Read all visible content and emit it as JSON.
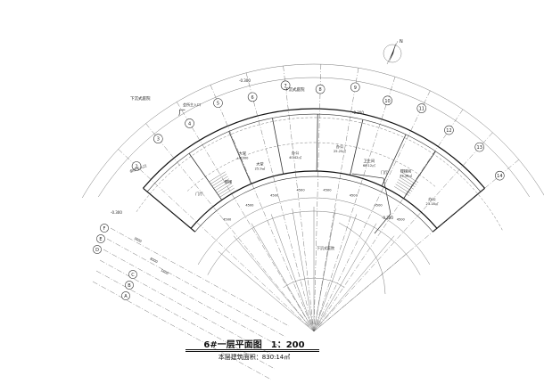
{
  "drawing": {
    "title": "6#一层平面图　1：200",
    "area_label": "本层建筑面积：830.14㎡",
    "north_label": "N"
  },
  "grid_bubbles": {
    "radial": [
      {
        "label": "2"
      },
      {
        "label": "3"
      },
      {
        "label": "4"
      },
      {
        "label": "5"
      },
      {
        "label": "6"
      },
      {
        "label": "7"
      },
      {
        "label": "8"
      },
      {
        "label": "9"
      },
      {
        "label": "10"
      },
      {
        "label": "11"
      },
      {
        "label": "12"
      },
      {
        "label": "13"
      },
      {
        "label": "14"
      }
    ],
    "lettered": [
      {
        "label": "F"
      },
      {
        "label": "E"
      },
      {
        "label": "D"
      },
      {
        "label": "C"
      },
      {
        "label": "B"
      },
      {
        "label": "A"
      }
    ]
  },
  "rooms": [
    {
      "name": "大堂",
      "area": "±0.000"
    },
    {
      "name": "大堂",
      "area": "25.9㎡"
    },
    {
      "name": "办公",
      "area": "40.42㎡"
    },
    {
      "name": "办公",
      "area": "25.25㎡"
    },
    {
      "name": "卫生间",
      "area": "68.12㎡"
    },
    {
      "name": "楼梯间",
      "area": "33.36㎡"
    },
    {
      "name": "门厅",
      "area": ""
    },
    {
      "name": "办公",
      "area": "23.18㎡"
    },
    {
      "name": "楼梯",
      "area": ""
    },
    {
      "name": "门厅",
      "area": ""
    }
  ],
  "annotations": {
    "outer_label_left": "下沉式庭院",
    "outer_label_mid": "下沉式庭院",
    "entrance_left": "会所主入口",
    "entrance_mid": "会所主入口",
    "terrace_right": "下沉式庭院",
    "elev_1": "-0.300",
    "elev_2": "-0.300",
    "elev_3": "-0.300",
    "elev_4": "-0.300",
    "door_mark": "厂"
  },
  "dimensions": [
    "4500",
    "4500",
    "4500",
    "4500",
    "4500",
    "4500",
    "4500",
    "4500"
  ],
  "axis_dims": [
    "3600",
    "8000",
    "1600"
  ]
}
